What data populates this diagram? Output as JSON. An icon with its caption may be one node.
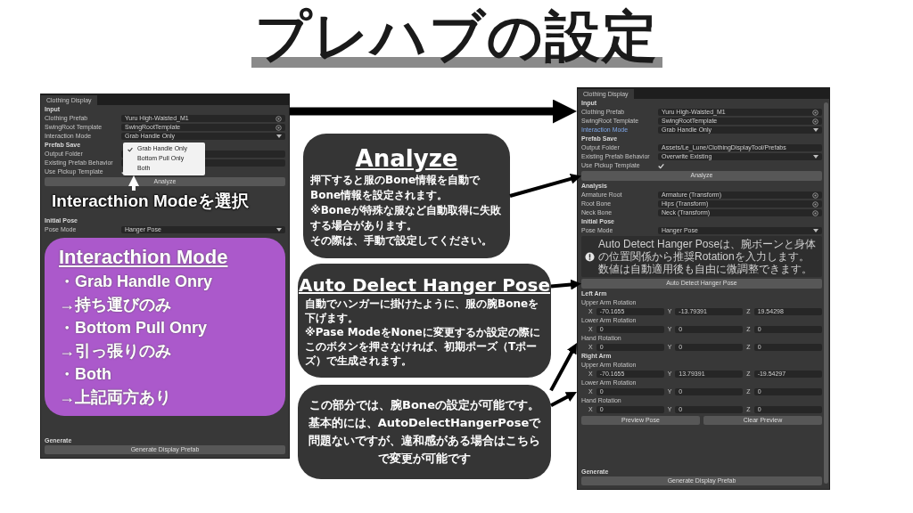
{
  "diagram": {
    "title": "プレハブの設定",
    "nodes": [
      {
        "text": [
          "Clothing Display"
        ]
      },
      {
        "text": [
          "Grab Handle Only",
          "Bottom Pull Only",
          "Both"
        ],
        "in": 0
      },
      {
        "text": [
          "Interacthion Modeを選択"
        ],
        "in": 0
      },
      {
        "text": [
          "Interacthion Mode",
          "・Grab Handle Onry",
          "→持ち運びのみ",
          "・Bottom Pull Onry",
          "→引っ張りのみ",
          "・Both",
          "→上記両方あり"
        ],
        "in": 0
      },
      {
        "text": [
          "Analyze",
          "押下すると服のBone情報を自動でBone情報を設定されます。",
          "※Boneが特殊な服など自動取得に失敗する場合があります。",
          "その際は、手動で設定してください。"
        ]
      },
      {
        "text": [
          "Auto Delect Hanger Pose",
          "自動でハンガーに掛けたように、服の腕Boneを下げます。",
          "※Pase ModeをNoneに変更するか設定の際にこのボタンを押さなければ、初期ポーズ（Tポーズ）で生成されます。"
        ]
      },
      {
        "text": [
          "この部分では、腕Boneの設定が可能です。基本的には、AutoDelectHangerPoseで問題ないですが、違和感がある場合はこちらで変更が可能です"
        ]
      },
      {
        "text": [
          "Clothing Display"
        ]
      },
      {
        "text": [
          "Analyze"
        ],
        "in": 7
      },
      {
        "text": [
          "Auto Detect Hanger Pose"
        ],
        "in": 7
      }
    ],
    "edges": [
      {
        "from": 0,
        "to": 7,
        "arrow": "to",
        "style": "thick"
      },
      {
        "from": 2,
        "to": 1,
        "arrow": "to",
        "color": "#ffffff"
      },
      {
        "from": 4,
        "to": 8,
        "arrow": "to"
      },
      {
        "from": 5,
        "to": 9,
        "arrow": "to"
      },
      {
        "from": 6,
        "to": 7,
        "arrow": "to"
      },
      {
        "from": 6,
        "to": 7,
        "arrow": "to"
      }
    ],
    "labels": [
      "Input",
      "Clothing Prefab",
      "Yuru High-Waisted_M1",
      "SwingRoot Template",
      "SwingRootTemplate",
      "Interaction Mode",
      "Grab Handle Only",
      "Prefab Save",
      "Output Folder",
      "Existing Prefab Behavior",
      "Use Pickup Template",
      "Analyze",
      "Initial Pose",
      "Pose Mode",
      "Hanger Pose",
      "Generate",
      "Generate Display Prefab",
      "Input",
      "Clothing Prefab",
      "Yuru High-Waisted_M1",
      "SwingRoot Template",
      "SwingRootTemplate",
      "Interaction Mode",
      "Grab Handle Only",
      "Prefab Save",
      "Output Folder",
      "Assets/Le_Lune/ClothingDisplayTool/Prefabs",
      "Existing Prefab Behavior",
      "Overwrite Existing",
      "Use Pickup Template",
      "Analysis",
      "Armature Root",
      "Armature (Transform)",
      "Root Bone",
      "Hips (Transform)",
      "Neck Bone",
      "Neck (Transform)",
      "Initial Pose",
      "Pose Mode",
      "Hanger Pose",
      "Auto Detect Hanger Poseは、腕ボーンと身体の位置関係から推奨Rotationを入力します。数値は自動適用後も自由に微調整できます。",
      "Left Arm",
      "Upper Arm Rotation",
      "X",
      "-70.1655",
      "Y",
      "-13.79391",
      "Z",
      "19.54298",
      "Lower Arm Rotation",
      "X",
      "0",
      "Y",
      "0",
      "Z",
      "0",
      "Hand Rotation",
      "X",
      "0",
      "Y",
      "0",
      "Z",
      "0",
      "Right Arm",
      "Upper Arm Rotation",
      "X",
      "-70.1655",
      "Y",
      "13.79391",
      "Z",
      "-19.54297",
      "Lower Arm Rotation",
      "X",
      "0",
      "Y",
      "0",
      "Z",
      "0",
      "Hand Rotation",
      "X",
      "0",
      "Y",
      "0",
      "Z",
      "0",
      "Preview Pose",
      "Clear Preview",
      "Generate",
      "Generate Display Prefab"
    ]
  }
}
